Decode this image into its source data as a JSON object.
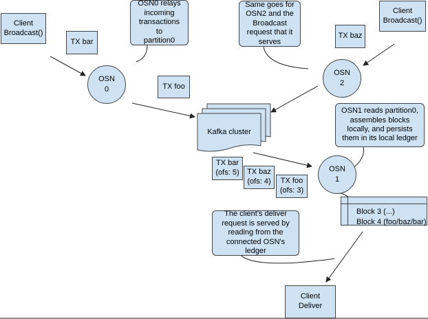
{
  "nodes": {
    "client_broadcast_left": "Client\nBroadcast()",
    "client_broadcast_right": "Client\nBroadcast()",
    "client_deliver": "Client\nDeliver",
    "osn0": "OSN\n0",
    "osn1": "OSN\n1",
    "osn2": "OSN\n2",
    "kafka_cluster": "Kafka cluster"
  },
  "transactions": {
    "tx_bar": "TX bar",
    "tx_foo": "TX foo",
    "tx_baz": "TX baz"
  },
  "offsets": {
    "bar": "TX bar\n(ofs: 5)",
    "baz": "TX baz\n(ofs: 4)",
    "foo": "TX foo\n(ofs: 3)"
  },
  "ledger": {
    "line1": "Block 3 (...)",
    "line2": "Block 4 (foo/baz/bar)"
  },
  "callouts": {
    "osn0_relays": "OSN0 relays\nincoming\ntransactions to\npartition0",
    "osn2_same": "Same goes for\nOSN2 and the\nBroadcast\nrequest that it\nserves",
    "osn1_reads": "OSN1 reads partition0,\nassembles blocks\nlocally, and persists\nthem in its local ledger",
    "client_deliver_served": "The client's deliver\nrequest is served by\nreading from the\nconnected OSN's ledger"
  },
  "colors": {
    "fill": "#cfe2f3",
    "stroke": "#444444"
  }
}
